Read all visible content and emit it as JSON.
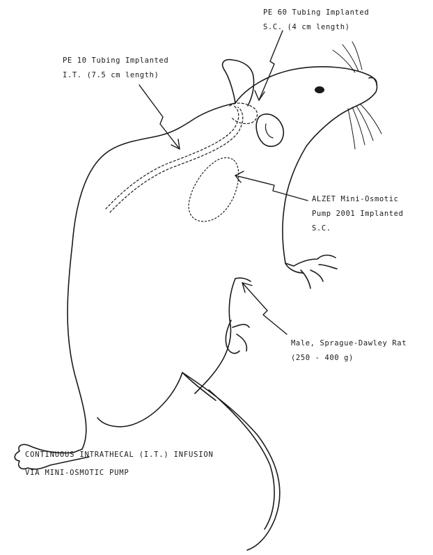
{
  "labels": {
    "pe60": {
      "line1": "PE 60 Tubing Implanted",
      "line2": "S.C. (4 cm length)"
    },
    "pe10": {
      "line1": "PE 10 Tubing Implanted",
      "line2": "I.T. (7.5 cm length)"
    },
    "pump": {
      "line1": "ALZET Mini-Osmotic",
      "line2": "Pump 2001 Implanted",
      "line3": "S.C."
    },
    "rat": {
      "line1": "Male, Sprague-Dawley Rat",
      "line2": "(250 - 400 g)"
    }
  },
  "caption": {
    "line1": "CONTINUOUS INTRATHECAL (I.T.) INFUSION",
    "line2": "VIA MINI-OSMOTIC PUMP"
  },
  "colors": {
    "ink": "#1a1a1a",
    "background": "#ffffff"
  }
}
